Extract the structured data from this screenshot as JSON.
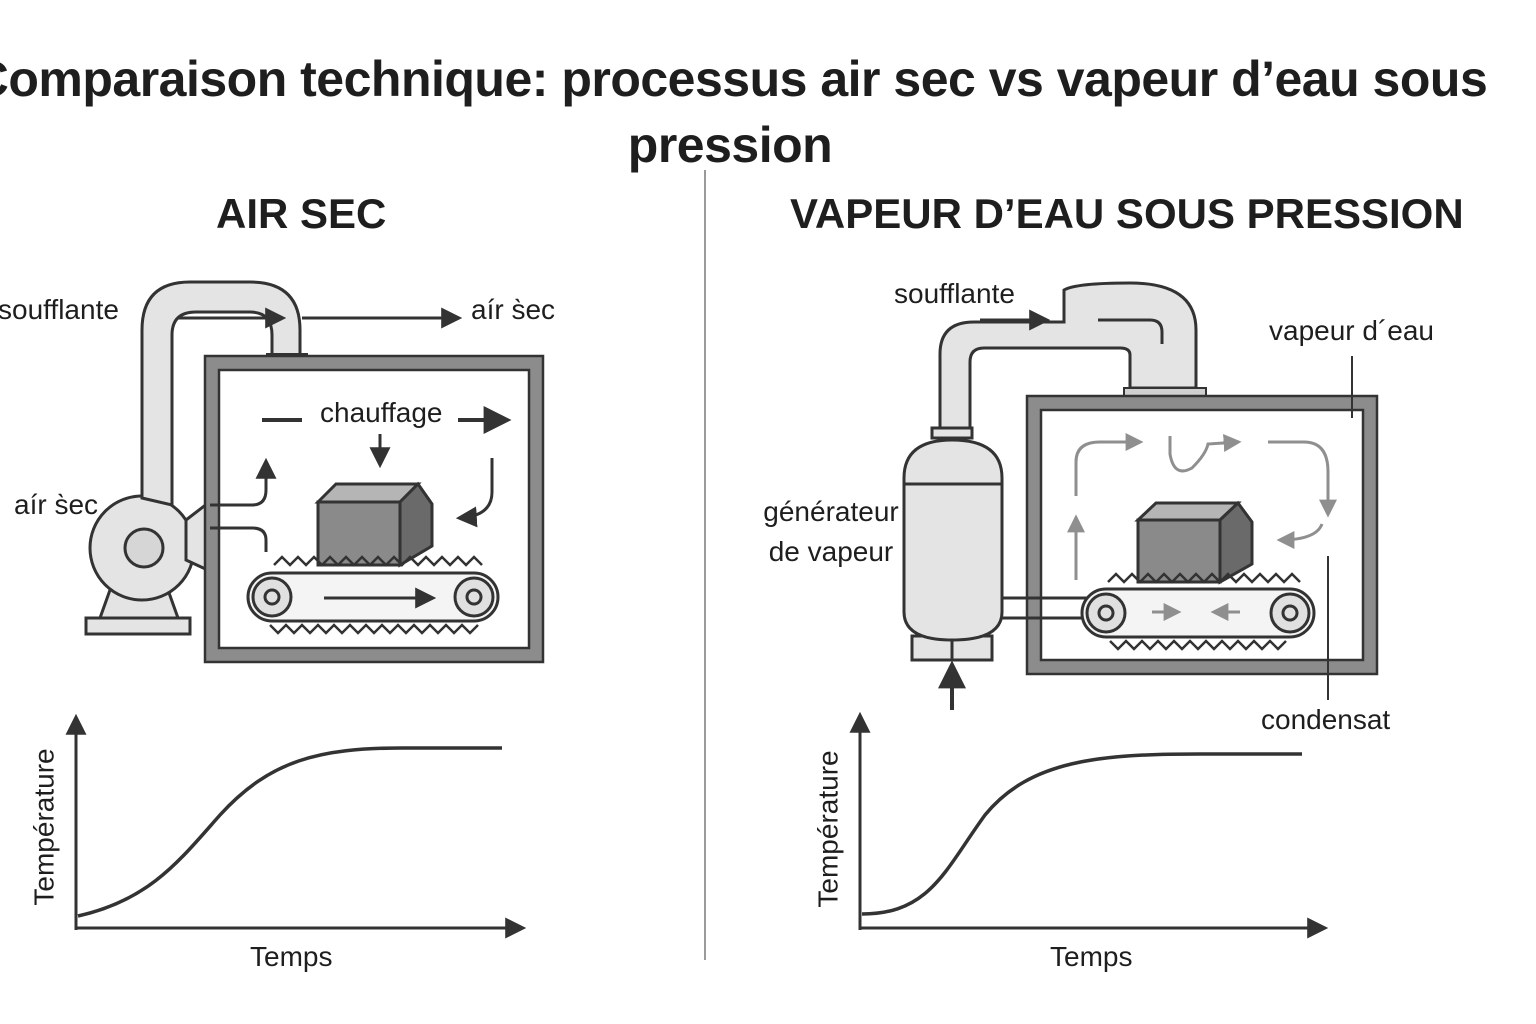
{
  "title": "Comparaison technique: processus air sec vs vapeur d’eau sous pression",
  "left_panel": {
    "heading": "AIR SEC",
    "labels": {
      "soufflante": "soufflante",
      "air_sec_out": "aír s̀ec",
      "chauffage": "chauffage",
      "air_sec_in": "aír s̀ec"
    },
    "chart": {
      "ylabel": "Température",
      "xlabel": "Temps"
    }
  },
  "right_panel": {
    "heading": "VAPEUR D’EAU SOUS PRESSION",
    "labels": {
      "soufflante": "soufflante",
      "vapeur": "vapeur d´eau",
      "generateur": "générateur de vapeur",
      "condensat": "condensat"
    },
    "chart": {
      "ylabel": "Température",
      "xlabel": "Temps"
    }
  },
  "colors": {
    "stroke": "#333333",
    "pipe_fill": "#e4e4e4",
    "chamber_wall": "#8c8c8c",
    "box_front": "#8a8a8a",
    "box_side": "#6a6a6a",
    "box_top": "#b5b5b5",
    "flow_arrow": "#8f8f8f"
  }
}
